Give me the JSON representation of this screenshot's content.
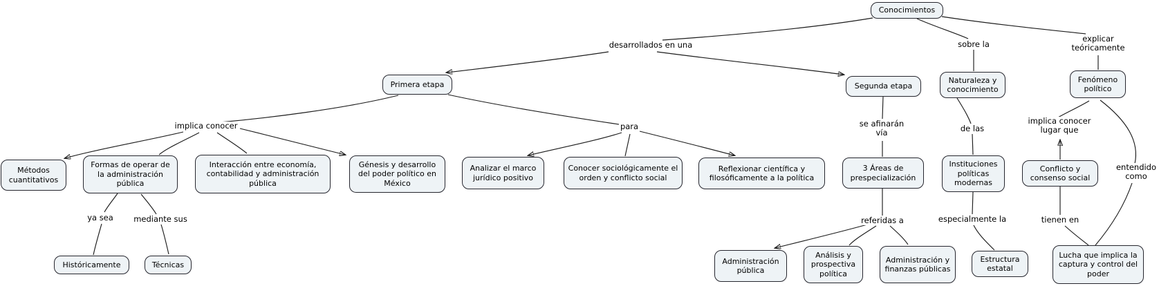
{
  "map_title": "Conocimientos concept map",
  "colors": {
    "background": "#ffffff",
    "node_fill": "#eef3f6",
    "node_border": "#26262e",
    "line": "#1c1c1c",
    "text": "#000000"
  },
  "nodes": {
    "conocimientos": "Conocimientos",
    "primera_etapa": "Primera etapa",
    "segunda_etapa": "Segunda etapa",
    "naturaleza": "Naturaleza y conocimiento",
    "fenomeno": "Fenómeno político",
    "metodos": "Métodos cuantitativos",
    "formas": "Formas de operar de la administración pública",
    "interaccion": "Interacción entre economía, contabilidad y administración pública",
    "genesis": "Génesis y desarrollo del poder político en México",
    "analizar": "Analizar el marco jurídico positivo",
    "conocer_socio": "Conocer sociológicamente el orden y conflicto social",
    "reflexionar": "Reflexionar científica y filosóficamente a la política",
    "areas": "3 Áreas de prespecialización",
    "instituciones": "Instituciones políticas modernas",
    "conflicto": "Conflicto y consenso social",
    "historicamente": "Históricamente",
    "tecnicas": "Técnicas",
    "adm_publica": "Administración pública",
    "analisis": "Análisis y prospectiva política",
    "adm_finanzas": "Administración y finanzas públicas",
    "estructura": "Estructura estatal",
    "lucha": "Lucha que implica la captura y control del poder"
  },
  "links": {
    "desarrollados": "desarrollados en una",
    "sobre_la": "sobre la",
    "explicar": "explicar teóricamente",
    "implica_conocer": "implica conocer",
    "para": "para",
    "se_afinaran": "se afinarán vía",
    "de_las": "de las",
    "implica_lugar": "implica conocer lugar que",
    "entendido": "entendido como",
    "ya_sea": "ya sea",
    "mediante": "mediante sus",
    "referidas": "referidas a",
    "especialmente": "especialmente la",
    "tienen": "tienen en"
  }
}
